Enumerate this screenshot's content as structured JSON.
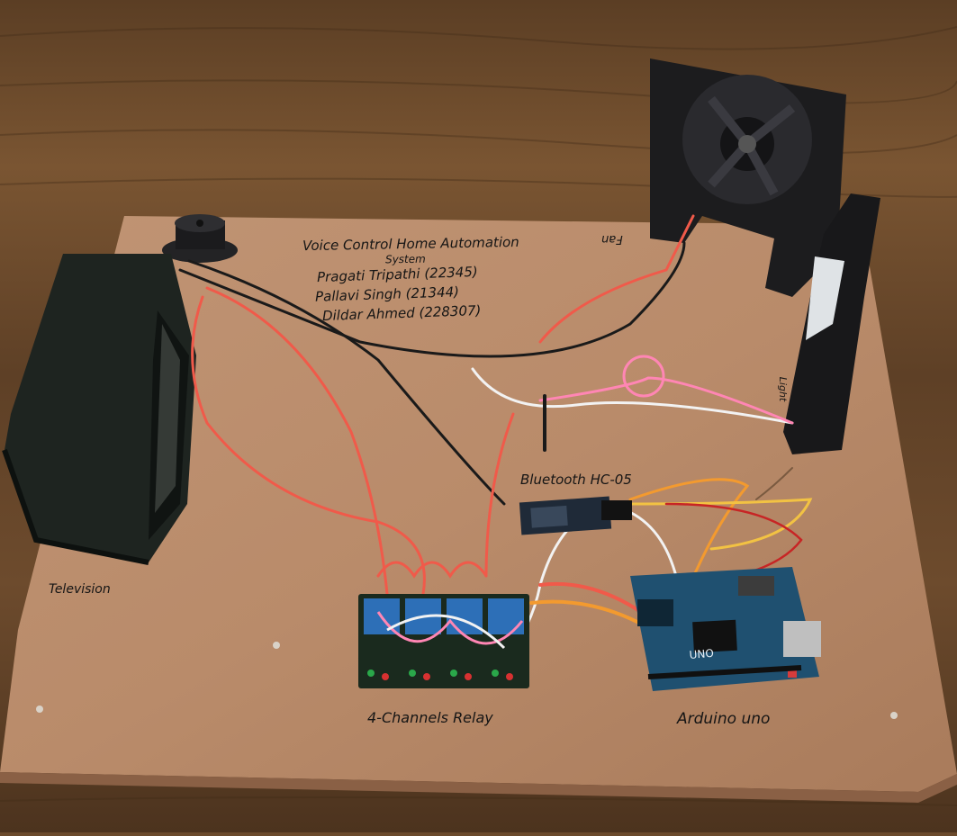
{
  "board_labels": {
    "title_line1": "Voice Control Home Automation",
    "title_line2": "System",
    "names": [
      "Pragati Tripathi (22345)",
      "Pallavi Singh (21344)",
      "Dildar Ahmed (228307)"
    ],
    "fan": "Fan",
    "television": "Television",
    "bluetooth": "Bluetooth HC-05",
    "relay": "4-Channels Relay",
    "arduino": "Arduino uno",
    "side_mark": "Light"
  },
  "chip_text": {
    "arduino_logo": "UNO"
  },
  "colors": {
    "table_wood": "#6b4a2c",
    "board": "#b88a68",
    "wire_red": "#f05a4a",
    "wire_black": "#1a1a1a",
    "wire_white": "#f2f2f2",
    "wire_pink": "#ff86b4",
    "wire_orange": "#f39a2f",
    "relay_blue": "#2d6fb7",
    "pcb_green": "#17211b"
  }
}
